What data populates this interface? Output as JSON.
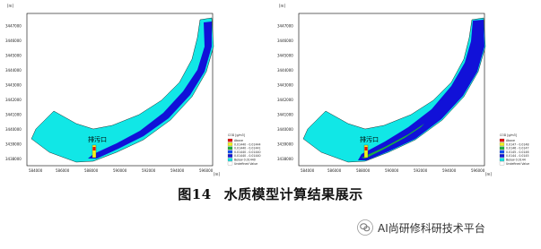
{
  "figure": {
    "caption_number": "图14",
    "caption_text": "水质模型计算结果展示"
  },
  "watermark": {
    "text": "AI尚研修科研技术平台",
    "icon": "wechat-icon"
  },
  "colors": {
    "water": "#11e7e6",
    "plume_blue": "#1111d8",
    "plume_green": "#18b040",
    "plume_yellow": "#f0f020",
    "plume_red": "#e01010",
    "outline": "#000000"
  },
  "panels": [
    {
      "id": "left",
      "unit": "[m]",
      "y_ticks": [
        "3447000",
        "3446000",
        "3445000",
        "3444000",
        "3443000",
        "3442000",
        "3441000",
        "3440000",
        "3439000",
        "3438000"
      ],
      "x_ticks": [
        "584000",
        "586000",
        "588000",
        "590000",
        "592000",
        "594000",
        "596000"
      ],
      "x_unit": "[m]",
      "outlet_label": "排污口",
      "legend": {
        "title": "COD [g/m3]",
        "entries": [
          {
            "label": "Above",
            "color": "#e01010"
          },
          {
            "label": "0.01440 - 0.01444",
            "color": "#f0f020"
          },
          {
            "label": "0.01440 - 0.01441",
            "color": "#18b040"
          },
          {
            "label": "0.01440 - 0.01440",
            "color": "#0d4ff0"
          },
          {
            "label": "0.01440 - 0.01440",
            "color": "#1111d8"
          },
          {
            "label": "Below   0.01440",
            "color": "#11e7e6"
          },
          {
            "label": "Undefined Value",
            "color": "#ffffff"
          }
        ]
      }
    },
    {
      "id": "right",
      "unit": "[m]",
      "y_ticks": [
        "3447000",
        "3446000",
        "3445000",
        "3444000",
        "3443000",
        "3442000",
        "3441000",
        "3440000",
        "3439000",
        "3438000"
      ],
      "x_ticks": [
        "584000",
        "586000",
        "588000",
        "590000",
        "592000",
        "594000",
        "596000"
      ],
      "x_unit": "[m]",
      "outlet_label": "排污口",
      "legend": {
        "title": "COD [g/m3]",
        "entries": [
          {
            "label": "Above",
            "color": "#e01010"
          },
          {
            "label": "0.0147 - 0.0148",
            "color": "#f0f020"
          },
          {
            "label": "0.0146 - 0.0147",
            "color": "#18b040"
          },
          {
            "label": "0.0145 - 0.0146",
            "color": "#0d4ff0"
          },
          {
            "label": "0.0144 - 0.0145",
            "color": "#1111d8"
          },
          {
            "label": "Below   0.0144",
            "color": "#11e7e6"
          },
          {
            "label": "Undefined Value",
            "color": "#ffffff"
          }
        ]
      }
    }
  ]
}
